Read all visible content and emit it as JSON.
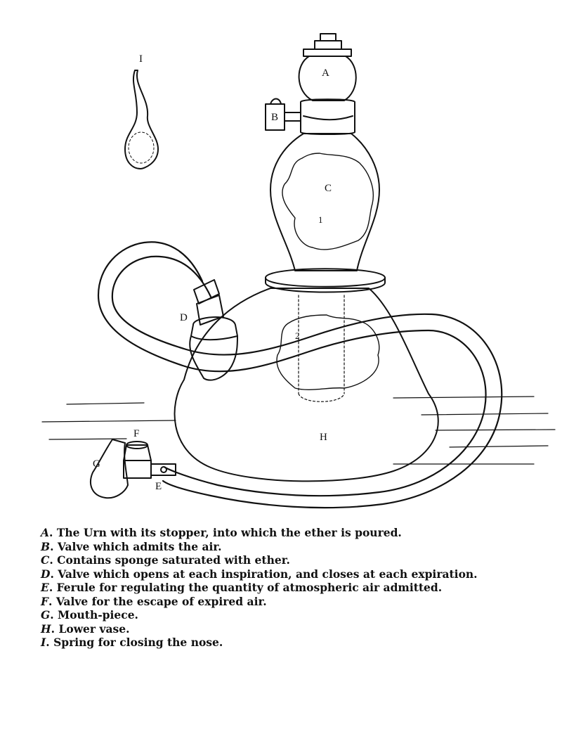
{
  "labels": {
    "A": "A",
    "B": "B",
    "C": "C",
    "D": "D",
    "E": "E",
    "F": "F",
    "G": "G",
    "H": "H",
    "I": "I",
    "one": "1",
    "two": "2"
  },
  "legend": [
    {
      "key": "A",
      "text": "The Urn with its stopper, into which the ether is poured."
    },
    {
      "key": "B",
      "text": "Valve which admits the air."
    },
    {
      "key": "C",
      "text": "Contains sponge saturated with ether."
    },
    {
      "key": "D",
      "text": "Valve which opens at each inspiration, and closes at each expiration."
    },
    {
      "key": "E",
      "text": "Ferule for regulating the quantity of atmospheric air admitted."
    },
    {
      "key": "F",
      "text": "Valve for the escape of expired air."
    },
    {
      "key": "G",
      "text": "Mouth-piece."
    },
    {
      "key": "H",
      "text": "Lower vase."
    },
    {
      "key": "I",
      "text": "Spring for closing the nose."
    }
  ]
}
